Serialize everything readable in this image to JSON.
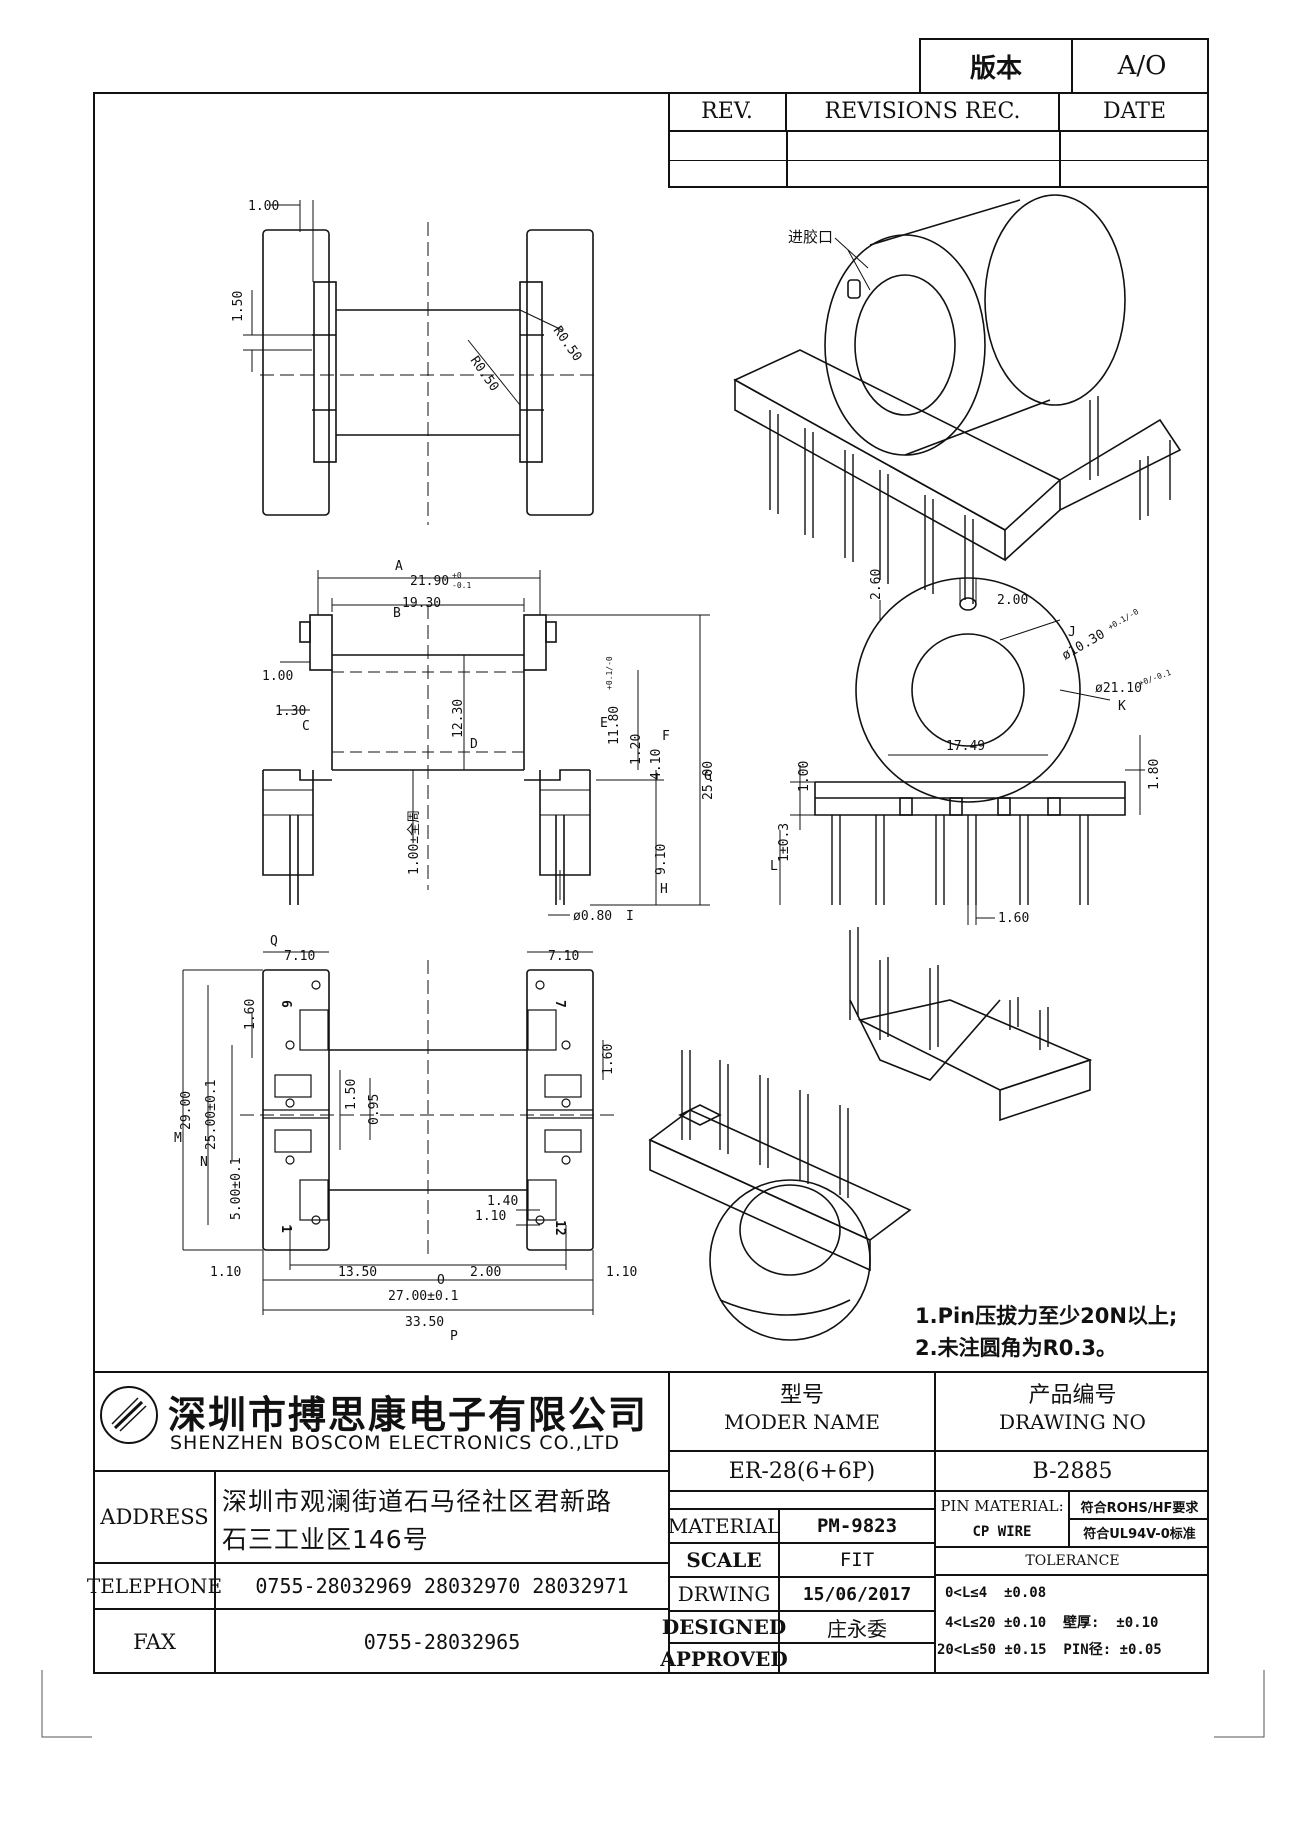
{
  "version_box": {
    "label": "版本",
    "value": "A/O"
  },
  "revisions": {
    "rev_header": "REV.",
    "records_header": "REVISIONS REC.",
    "date_header": "DATE"
  },
  "drawing": {
    "top_view": {
      "pin_offset": "1.00",
      "slot": "1.50",
      "r_left": "R0.50",
      "r_right": "R0.50"
    },
    "side_view": {
      "A_label": "A",
      "A_value": "21.90",
      "A_tol_plus": "+0",
      "A_tol_minus": "-0.1",
      "B_label": "B",
      "B_value": "19.30",
      "flange_thick": "1.00",
      "C_label": "C",
      "C_value": "1.30",
      "D_label": "D",
      "D_value": "12.30",
      "E_label": "E",
      "E_value": "11.80",
      "E_tol": "+0.1/-0",
      "dim_1_20": "1.20",
      "dim_4_10": "4.10",
      "F_label": "F",
      "G_label": "G",
      "G_value": "25.00",
      "H_label": "H",
      "H_value": "9.10",
      "wall": "1.00±全周",
      "I_label": "I",
      "I_value": "ø0.80"
    },
    "front_view": {
      "notch_depth": "2.60",
      "notch_width": "2.00",
      "J_label": "J",
      "J_value": "ø10.30",
      "J_tol": "+0.1/-0",
      "K_label": "K",
      "K_value": "ø21.10",
      "K_tol": "+0/-0.1",
      "width": "17.49",
      "base_step": "1.00",
      "right_step": "1.80",
      "L_label": "L",
      "L_value": "1±0.3",
      "pin_pitch": "1.60"
    },
    "bottom_view": {
      "Q_label": "Q",
      "left_w": "7.10",
      "right_w": "7.10",
      "M_label": "M",
      "M_value": "29.00",
      "N_label": "N",
      "N_value": "25.00±0.1",
      "pitch_val": "5.00±0.1",
      "p1": "1.60",
      "p2": "1.50",
      "p3": "0.95",
      "p4": "1.60",
      "p5": "1.40",
      "p6": "1.10",
      "pin_6": "6",
      "pin_7": "7",
      "pin_1": "1",
      "pin_12": "12",
      "b_1_10a": "1.10",
      "b_13_50": "13.50",
      "b_2_00": "2.00",
      "b_1_10b": "1.10",
      "O_label": "O",
      "O_value": "27.00±0.1",
      "P_label": "P",
      "P_value": "33.50"
    },
    "iso_top_label": "进胶口"
  },
  "notes": [
    "1.Pin压拔力至少20N以上;",
    "2.未注圆角为R0.3。"
  ],
  "company": {
    "name_cn": "深圳市搏思康电子有限公司",
    "name_en": "SHENZHEN BOSCOM ELECTRONICS CO.,LTD"
  },
  "title_block": {
    "model_header_cn": "型号",
    "model_header_en": "MODER NAME",
    "model_value": "ER-28(6+6P)",
    "drawing_header_cn": "产品编号",
    "drawing_header_en": "DRAWING NO",
    "drawing_value": "B-2885",
    "address_label": "ADDRESS",
    "address_line1": "深圳市观澜街道石马径社区君新路",
    "address_line2": "石三工业区146号",
    "telephone_label": "TELEPHONE",
    "telephone_value": "0755-28032969 28032970 28032971",
    "fax_label": "FAX",
    "fax_value": "0755-28032965",
    "material_label": "MATERIAL",
    "material_value": "PM-9823",
    "scale_label": "SCALE",
    "scale_value": "FIT",
    "drwing_label": "DRWING",
    "drwing_value": "15/06/2017",
    "designed_label": "DESIGNED",
    "designed_value": "庄永委",
    "approved_label": "APPROVED",
    "approved_value": "",
    "pin_material_label": "PIN MATERIAL:",
    "pin_material_value": "CP WIRE",
    "rohs": "符合ROHS/HF要求",
    "ul": "符合UL94V-0标准",
    "tolerance_label": "TOLERANCE",
    "tol_rows": [
      "0<L≤4  ±0.08",
      "4<L≤20 ±0.10  壁厚:  ±0.10",
      "20<L≤50 ±0.15  PIN径: ±0.05"
    ]
  }
}
